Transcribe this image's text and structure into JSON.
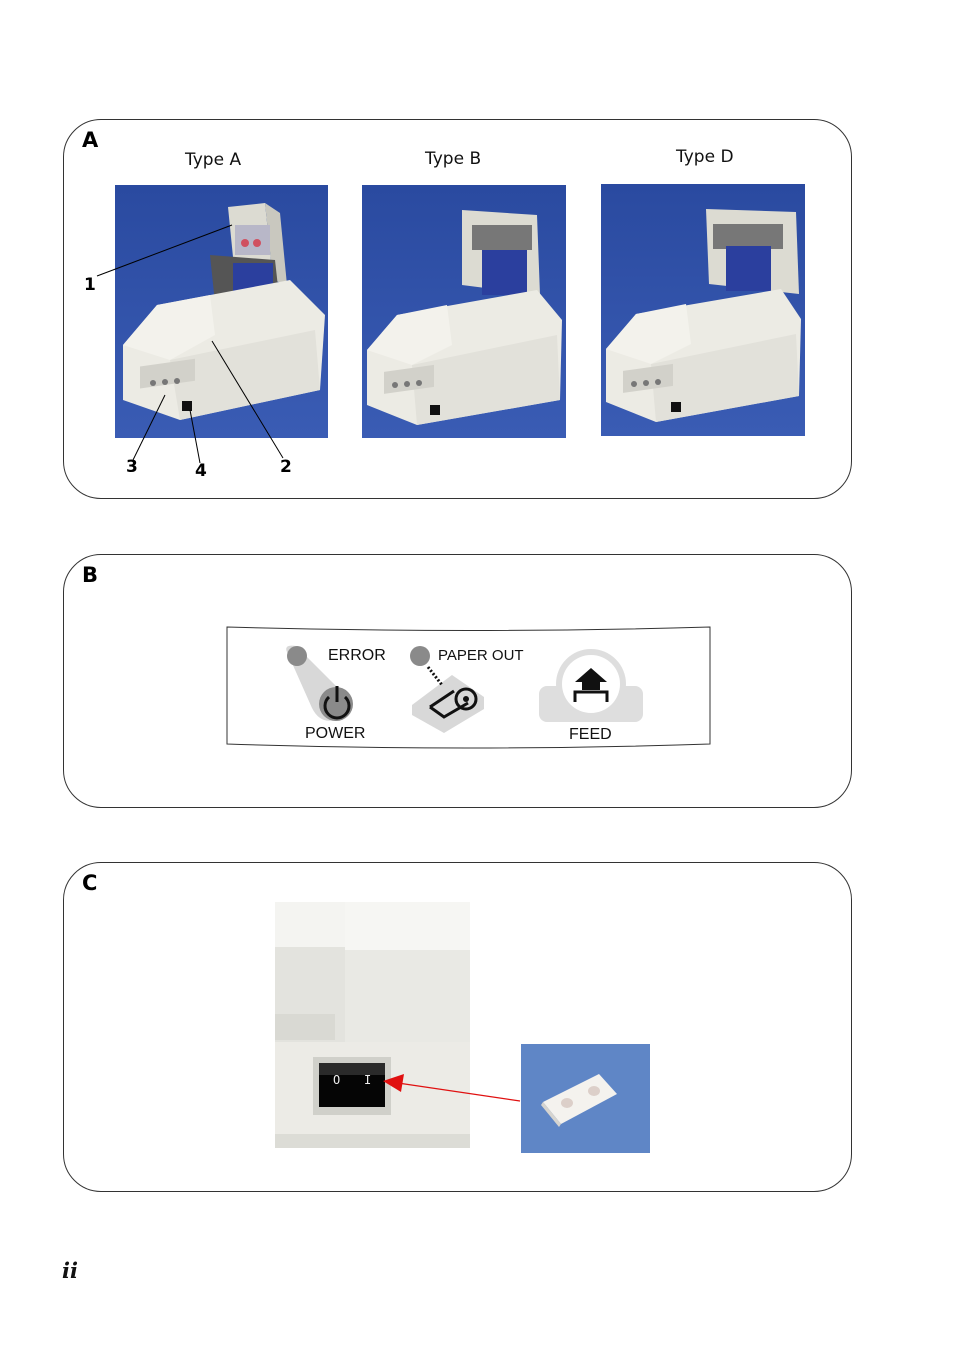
{
  "panel_a": {
    "letter": "A",
    "photos": [
      {
        "caption": "Type A"
      },
      {
        "caption": "Type B"
      },
      {
        "caption": "Type D"
      }
    ],
    "callouts": [
      "1",
      "2",
      "3",
      "4"
    ]
  },
  "panel_b": {
    "letter": "B",
    "labels": {
      "error": "ERROR",
      "power": "POWER",
      "paper_out": "PAPER OUT",
      "feed": "FEED"
    }
  },
  "panel_c": {
    "letter": "C",
    "switch": {
      "off": "O",
      "on": "I"
    }
  },
  "colors": {
    "photo_bg": "#2c4fa6",
    "printer_body": "#ecebe4",
    "led_gray": "#8a8a8a",
    "arrow_red": "#e01010"
  },
  "page_number": "ii"
}
